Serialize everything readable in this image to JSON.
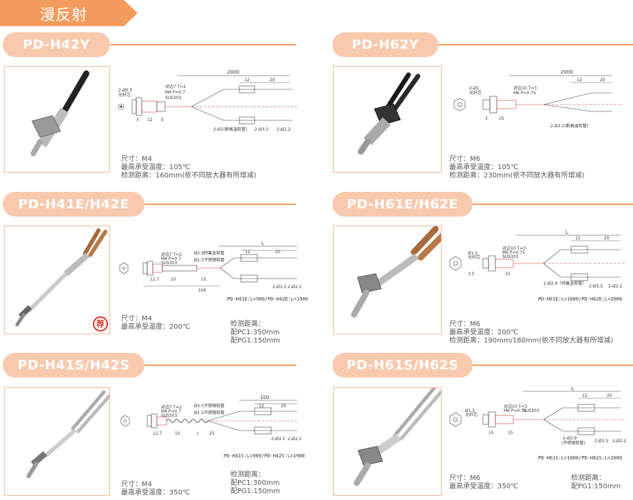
{
  "section": {
    "title": "漫反射"
  },
  "colors": {
    "accent": "#f39b5d",
    "pill": "#f8c9ad",
    "border": "#f6b994",
    "badge": "#d9332a"
  },
  "products": {
    "h42y": {
      "name": "PD-H42Y",
      "spec": [
        "尺寸：M4",
        "最高承受温度：105℃",
        "检测距离：160mm(依不同放大器有所增减)"
      ],
      "drawing": [
        "2000",
        "12",
        "20",
        "2-Ø1(耐高温软管)",
        "2-Ø3.5",
        "2-Ø2.2",
        "对边7 T=2",
        "M4 P=0.7",
        "SUS303",
        "2-Ø0.5",
        "光纤芯",
        "3",
        "12",
        "5"
      ]
    },
    "h62y": {
      "name": "PD-H62Y",
      "spec": [
        "尺寸：M6",
        "最高承受温度：105℃",
        "检测距离：230mm(依不同放大器有所增减)"
      ],
      "drawing": [
        "2000",
        "12",
        "20",
        "2-Ø2.2(耐高温软管)",
        "对边10 T=3",
        "M6 P=0.75",
        "2-Ø1",
        "光纤芯",
        "3",
        "15"
      ]
    },
    "h41e": {
      "name": "PD-H41E/H42E",
      "spec": [
        "尺寸：M4",
        "最高承受温度：200℃"
      ],
      "detect": [
        "检测距离：",
        "配PC1:350mm",
        "配PG1:150mm"
      ],
      "note": "PD-H41E:L=900/PD-H42E:L=1900",
      "badge": "荐",
      "drawing": [
        "L",
        "12",
        "20",
        "2-Ø3.5",
        "2-Ø2.2",
        "对边7 T=2",
        "M4 P=0.7",
        "SUS303",
        "Ø2.9特氟龙软管",
        "Ø1.5不锈钢软管",
        "12.7",
        "10",
        "15",
        "100"
      ]
    },
    "h61e": {
      "name": "PD-H61E/H62E",
      "spec": [
        "尺寸：M6",
        "最高承受温度：200℃",
        "检测距离：190mm/180mm(依不同放大器有所增减)"
      ],
      "note": "PD-H61E:L=1000/PD-H62E:L=2000",
      "drawing": [
        "L",
        "12",
        "20",
        "2-Ø2.9（特氟龙软管）",
        "2-Ø3.5",
        "2-Ø2.2",
        "对边10 T=3",
        "M6 P=0.75",
        "SUS303",
        "Ø1.5",
        "光纤芯",
        "3.5",
        "15"
      ]
    },
    "h41s": {
      "name": "PD-H41S/H42S",
      "spec": [
        "尺寸：M4",
        "最高承受温度：350℃"
      ],
      "detect": [
        "检测距离：",
        "配PC1:300mm",
        "配PG1:150mm"
      ],
      "note": "PD-H41S:L=900/PD-H42S:L=1900",
      "drawing": [
        "100",
        "12",
        "20",
        "2-Ø3.5",
        "2-Ø2.2",
        "对边7 T=2",
        "M4 P=0.7",
        "SUS303",
        "Ø2.5不锈钢软管",
        "Ø1.5不锈钢软管",
        "12.7",
        "10",
        "L",
        "25"
      ]
    },
    "h61s": {
      "name": "PD-H61S/H62S",
      "spec": [
        "尺寸：M6",
        "最高承受温度：350℃"
      ],
      "detect": [
        "检测距离：",
        "配PG1:150mm"
      ],
      "note": "PD-H61S:L=1000/PD-H62S:L=2000",
      "drawing": [
        "L",
        "12",
        "20",
        "2-Ø2.9",
        "(不锈钢软管)",
        "2-Ø3.5",
        "2-Ø2.2",
        "对边10 T=3",
        "M6 P=0.75",
        "SUS303",
        "Ø1.5",
        "光纤芯",
        "15",
        "15"
      ]
    }
  }
}
